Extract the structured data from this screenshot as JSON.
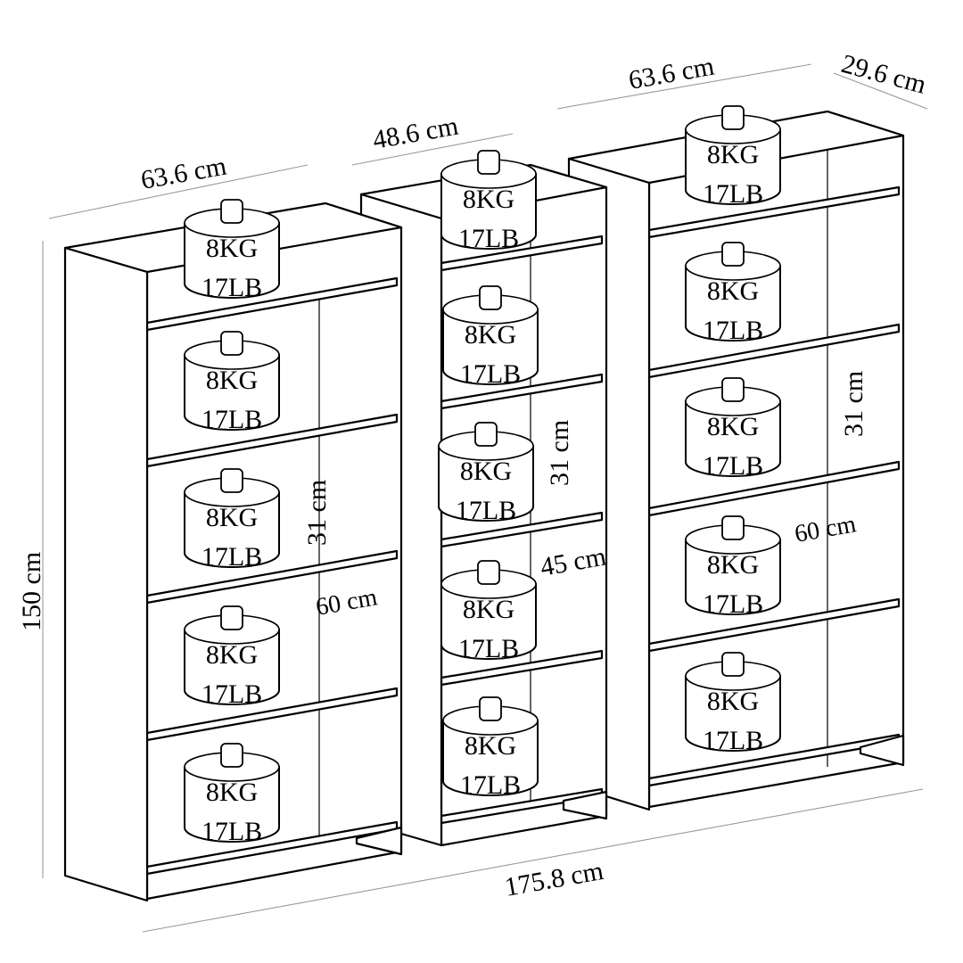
{
  "weight": {
    "kg": "8KG",
    "lb": "17LB"
  },
  "dimensions": {
    "left_width": "63.6 cm",
    "middle_width": "48.6 cm",
    "right_width": "63.6 cm",
    "depth": "29.6 cm",
    "height": "150 cm",
    "total_width": "175.8 cm",
    "shelf_height_left": "31 cm",
    "shelf_height_middle": "31 cm",
    "shelf_height_right": "31 cm",
    "inner_width_left": "60 cm",
    "inner_width_middle": "45 cm",
    "inner_width_right": "60 cm"
  }
}
